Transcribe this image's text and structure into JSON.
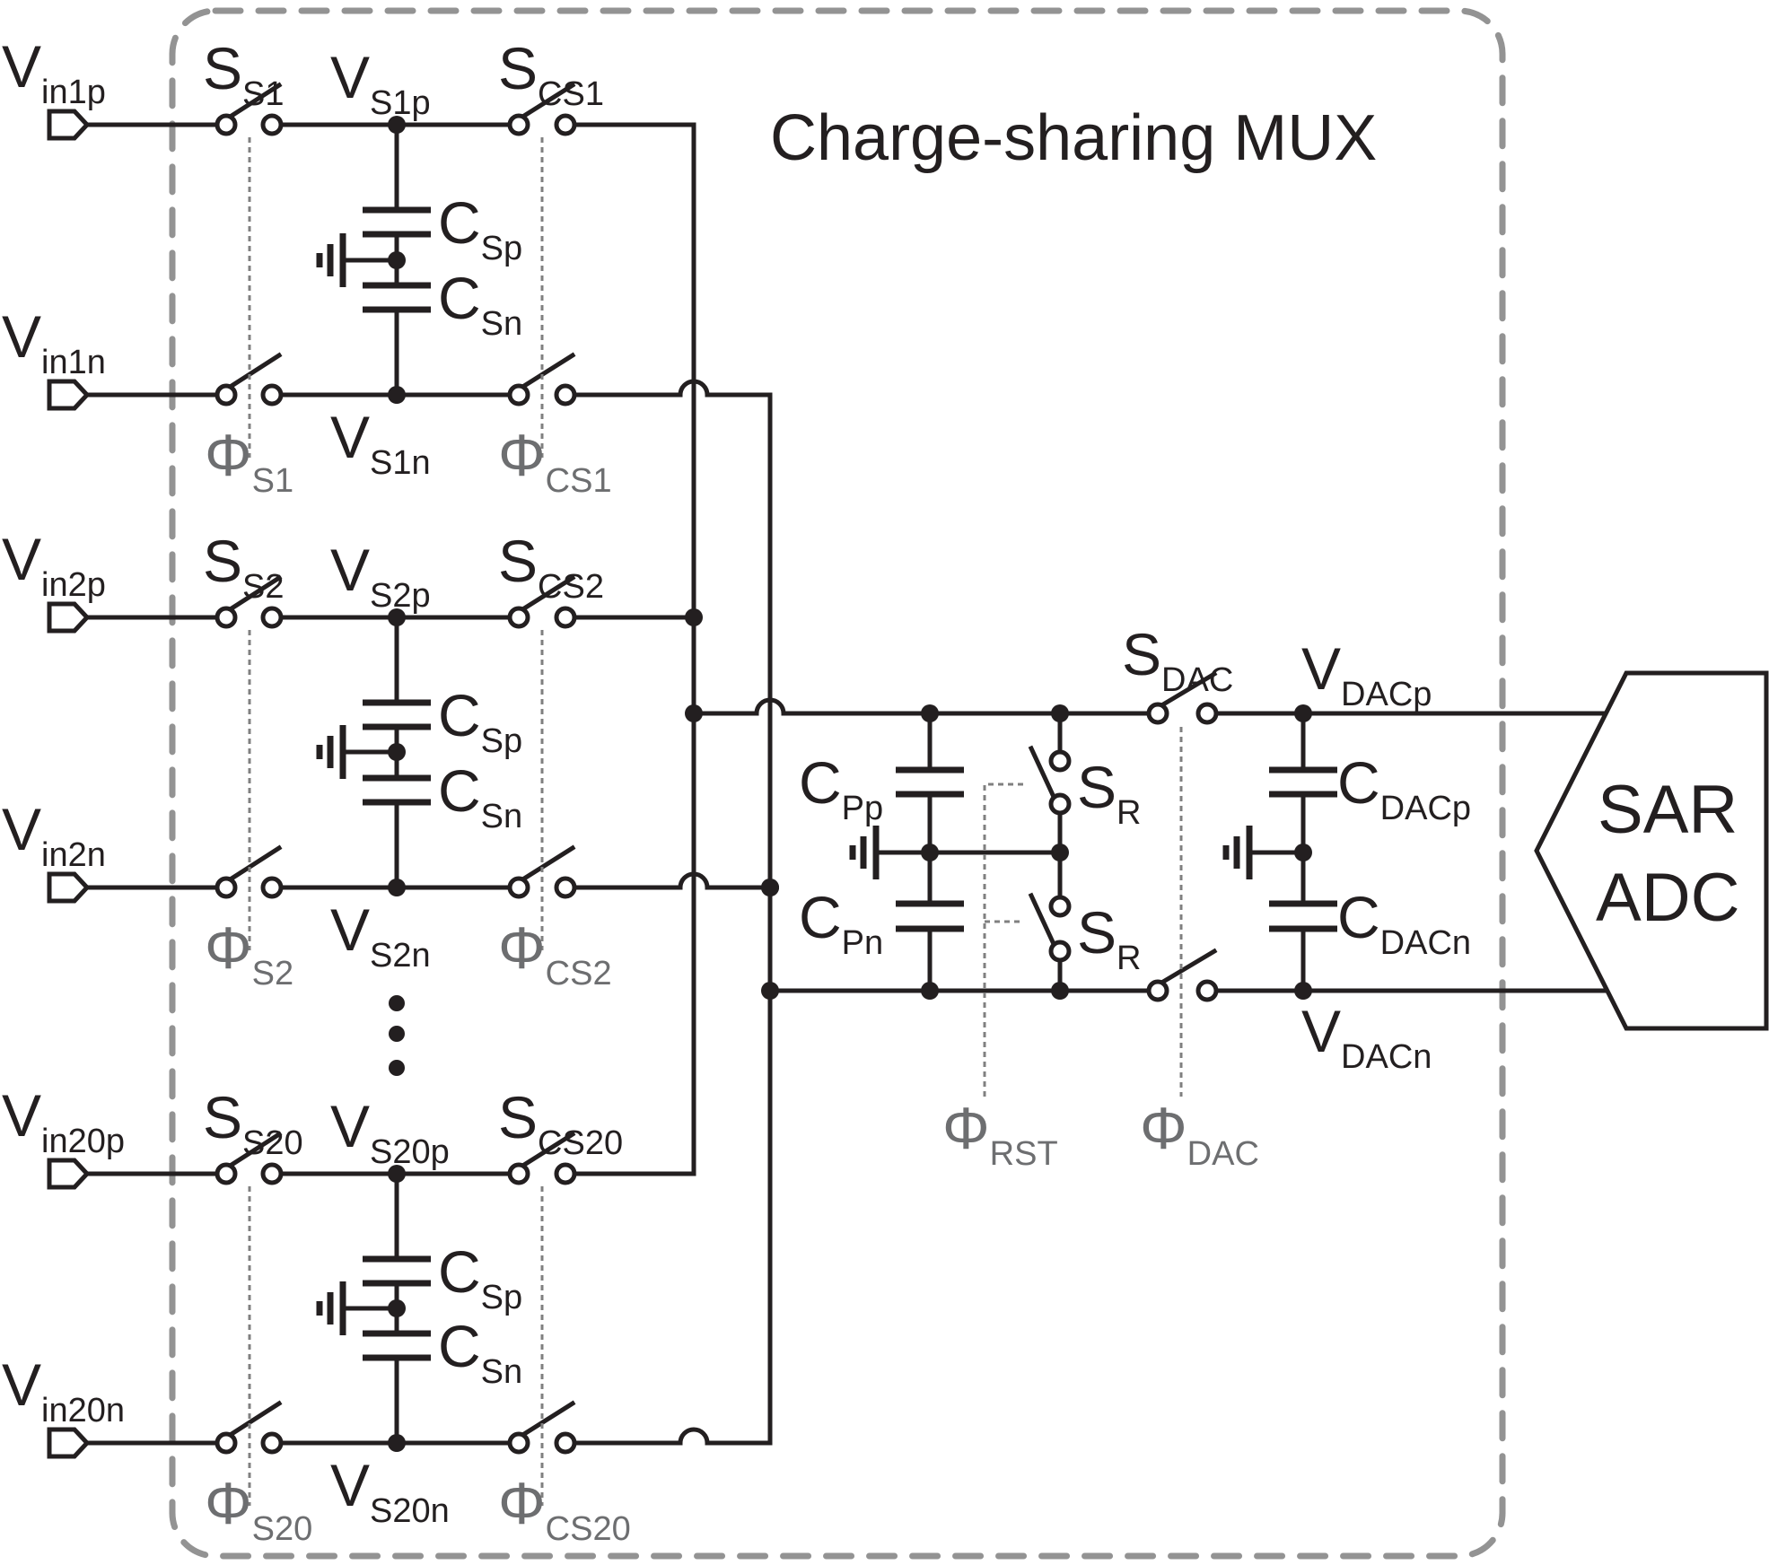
{
  "title": "Charge-sharing MUX",
  "adc_label": [
    "SAR",
    "ADC"
  ],
  "colors": {
    "wire": "#231f20",
    "border": "#939393",
    "clock": "#6d6e70"
  },
  "channels": [
    {
      "id": "1",
      "vin_p": {
        "main": "V",
        "sub": "in1p"
      },
      "vin_n": {
        "main": "V",
        "sub": "in1n"
      },
      "ss": {
        "main": "S",
        "sub": "S1"
      },
      "scs": {
        "main": "S",
        "sub": "CS1"
      },
      "vs_p": {
        "main": "V",
        "sub": "S1p"
      },
      "vs_n": {
        "main": "V",
        "sub": "S1n"
      },
      "csp": {
        "main": "C",
        "sub": "Sp"
      },
      "csn": {
        "main": "C",
        "sub": "Sn"
      },
      "phi_s": {
        "main": "Φ",
        "sub": "S1"
      },
      "phi_cs": {
        "main": "Φ",
        "sub": "CS1"
      }
    },
    {
      "id": "2",
      "vin_p": {
        "main": "V",
        "sub": "in2p"
      },
      "vin_n": {
        "main": "V",
        "sub": "in2n"
      },
      "ss": {
        "main": "S",
        "sub": "S2"
      },
      "scs": {
        "main": "S",
        "sub": "CS2"
      },
      "vs_p": {
        "main": "V",
        "sub": "S2p"
      },
      "vs_n": {
        "main": "V",
        "sub": "S2n"
      },
      "csp": {
        "main": "C",
        "sub": "Sp"
      },
      "csn": {
        "main": "C",
        "sub": "Sn"
      },
      "phi_s": {
        "main": "Φ",
        "sub": "S2"
      },
      "phi_cs": {
        "main": "Φ",
        "sub": "CS2"
      }
    },
    {
      "id": "20",
      "vin_p": {
        "main": "V",
        "sub": "in20p"
      },
      "vin_n": {
        "main": "V",
        "sub": "in20n"
      },
      "ss": {
        "main": "S",
        "sub": "S20"
      },
      "scs": {
        "main": "S",
        "sub": "CS20"
      },
      "vs_p": {
        "main": "V",
        "sub": "S20p"
      },
      "vs_n": {
        "main": "V",
        "sub": "S20n"
      },
      "csp": {
        "main": "C",
        "sub": "Sp"
      },
      "csn": {
        "main": "C",
        "sub": "Sn"
      },
      "phi_s": {
        "main": "Φ",
        "sub": "S20"
      },
      "phi_cs": {
        "main": "Φ",
        "sub": "CS20"
      }
    }
  ],
  "output_stage": {
    "cpp": {
      "main": "C",
      "sub": "Pp"
    },
    "cpn": {
      "main": "C",
      "sub": "Pn"
    },
    "sr_top": {
      "main": "S",
      "sub": "R"
    },
    "sr_bot": {
      "main": "S",
      "sub": "R"
    },
    "sdac": {
      "main": "S",
      "sub": "DAC"
    },
    "vdacp": {
      "main": "V",
      "sub": "DACp"
    },
    "vdacn": {
      "main": "V",
      "sub": "DACn"
    },
    "cdacp": {
      "main": "C",
      "sub": "DACp"
    },
    "cdacn": {
      "main": "C",
      "sub": "DACn"
    },
    "phi_rst": {
      "main": "Φ",
      "sub": "RST"
    },
    "phi_dac": {
      "main": "Φ",
      "sub": "DAC"
    }
  }
}
